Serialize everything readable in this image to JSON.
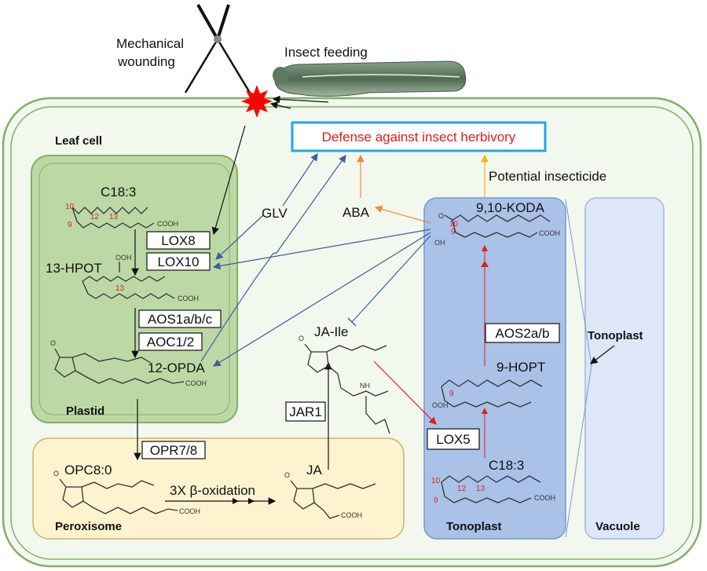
{
  "colors": {
    "cell_border": "#7fb069",
    "cell_fill": "#f2f8ee",
    "plastid_fill": "#bcd9a5",
    "peroxisome_fill": "#fdf3cf",
    "tonoplast_fill": "#aac1e8",
    "vacuole_fill": "#dde7f7",
    "defense_box": "#22a6e6",
    "defense_text": "#e21b1b",
    "arrow_blue": "#3d5f9e",
    "arrow_orange": "#f08a3c",
    "arrow_yellow": "#f4b400",
    "arrow_red": "#e21b1b",
    "wound_star": "#ff0000"
  },
  "icons": [
    "scissors-icon",
    "caterpillar-icon",
    "wound-burst-icon"
  ],
  "labels": {
    "mechanical_wounding_1": "Mechanical",
    "mechanical_wounding_2": "wounding",
    "insect_feeding": "Insect feeding",
    "leaf_cell": "Leaf cell",
    "defense": "Defense against insect herbivory",
    "potential_insecticide": "Potential insecticide",
    "plastid": "Plastid",
    "peroxisome": "Peroxisome",
    "tonoplast_bottom": "Tonoplast",
    "tonoplast_side": "Tonoplast",
    "vacuole": "Vacuole",
    "glv": "GLV",
    "aba": "ABA",
    "c183_plastid": "C18:3",
    "hpot": "13-HPOT",
    "opda": "12-OPDA",
    "opc": "OPC8:0",
    "beta_ox": "3X β-oxidation",
    "ja": "JA",
    "ja_ile": "JA-Ile",
    "koda": "9,10-KODA",
    "hopt": "9-HOPT",
    "c183_tonoplast": "C18:3",
    "cooh": "COOH",
    "ooh": "OOH",
    "oh": "OH",
    "o": "O",
    "nh": "NH"
  },
  "enzymes": {
    "lox8": "LOX8",
    "lox10": "LOX10",
    "aos1": "AOS1a/b/c",
    "aoc": "AOC1/2",
    "opr": "OPR7/8",
    "jar1": "JAR1",
    "aos2": "AOS2a/b",
    "lox5": "LOX5"
  },
  "carbon_numbers": {
    "c10": "10",
    "c9": "9",
    "c12": "12",
    "c13": "13"
  }
}
